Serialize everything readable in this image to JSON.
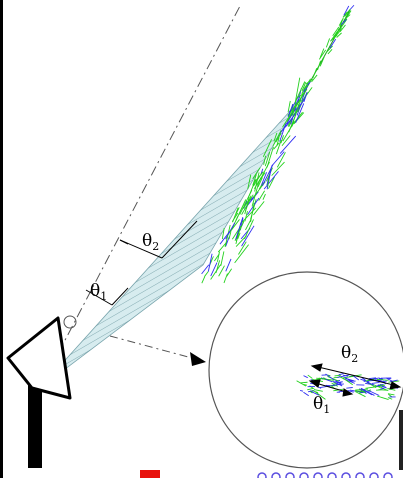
{
  "labels": {
    "theta_symbol": "θ",
    "main_angle_2": "2",
    "main_angle_1": "1",
    "inset_angle_2": "2",
    "inset_angle_1": "1"
  },
  "colors": {
    "cone_fill": "#d7ecef",
    "cone_hatch": "#5f8f98",
    "shower_green": "#23d11d",
    "shower_blue": "#2d2cf2",
    "stroke": "#000000",
    "marker_red": "#e8120d",
    "marker_blue": "#5a4de0"
  },
  "icons": {
    "telescope": "dish-telescope-icon",
    "pointer": "arrowhead-icon"
  }
}
